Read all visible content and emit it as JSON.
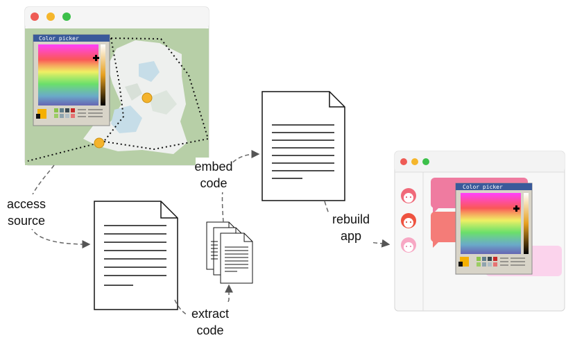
{
  "left_window": {
    "traffic_lights": [
      "#ee5b55",
      "#f5b62c",
      "#3cc04a"
    ],
    "map_bg": "#b7cfa7",
    "color_picker_title": "Color picker"
  },
  "right_window": {
    "traffic_lights": [
      "#ee5b55",
      "#f5b62c",
      "#3cc04a"
    ],
    "color_picker_title": "Color picker",
    "avatars": [
      "avatar-1",
      "avatar-2",
      "avatar-3"
    ],
    "bubble_colors": [
      "#ef7ba0",
      "#f47c78",
      "#fbd3ec"
    ]
  },
  "labels": {
    "access_line1": "access",
    "access_line2": "source",
    "embed_line1": "embed",
    "embed_line2": "code",
    "rebuild_line1": "rebuild",
    "rebuild_line2": "app",
    "extract_line1": "extract",
    "extract_line2": "code"
  }
}
